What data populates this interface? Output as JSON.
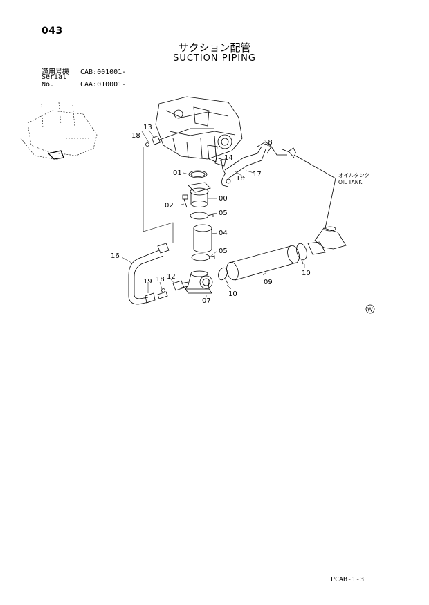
{
  "page": {
    "number": "043",
    "title_jp": "サクション配管",
    "title_en": "SUCTION PIPING",
    "code": "PCAB-1-3"
  },
  "serial": [
    {
      "label": "適用号機",
      "value": "CAB:001001-"
    },
    {
      "label": "Serial No.",
      "value": "CAA:010001-"
    }
  ],
  "diagram": {
    "callouts": [
      "13",
      "18",
      "01",
      "14",
      "18",
      "17",
      "18",
      "02",
      "00",
      "05",
      "04",
      "05",
      "16",
      "19",
      "18",
      "12",
      "07",
      "10",
      "09",
      "10"
    ],
    "oil_tank_jp": "オイルタンク",
    "oil_tank_en": "OIL TANK",
    "mark": "W"
  }
}
